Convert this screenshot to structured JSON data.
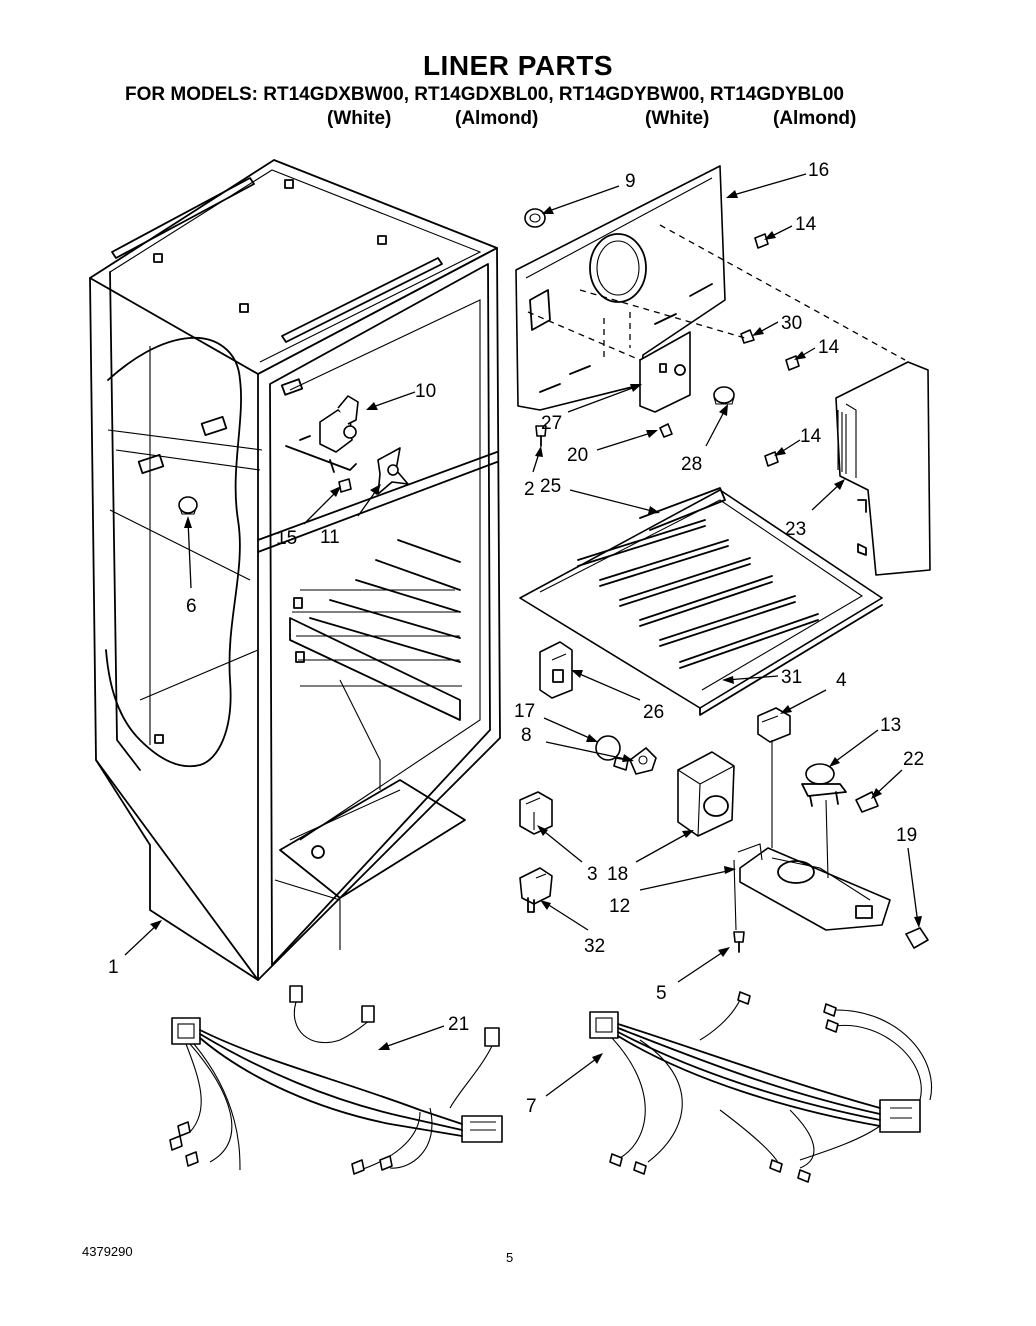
{
  "title": "LINER PARTS",
  "models_line": "FOR MODELS: RT14GDXBW00, RT14GDXBL00, RT14GDYBW00, RT14GDYBL00",
  "variants": [
    "(White)",
    "(Almond)",
    "(White)",
    "(Almond)"
  ],
  "part_callouts": [
    "1",
    "2",
    "3",
    "4",
    "5",
    "6",
    "7",
    "8",
    "9",
    "10",
    "11",
    "12",
    "13",
    "14",
    "14",
    "14",
    "15",
    "16",
    "17",
    "18",
    "19",
    "20",
    "21",
    "22",
    "23",
    "25",
    "26",
    "27",
    "28",
    "30",
    "31",
    "32"
  ],
  "footer": {
    "document_number": "4379290",
    "page_number": "5"
  }
}
